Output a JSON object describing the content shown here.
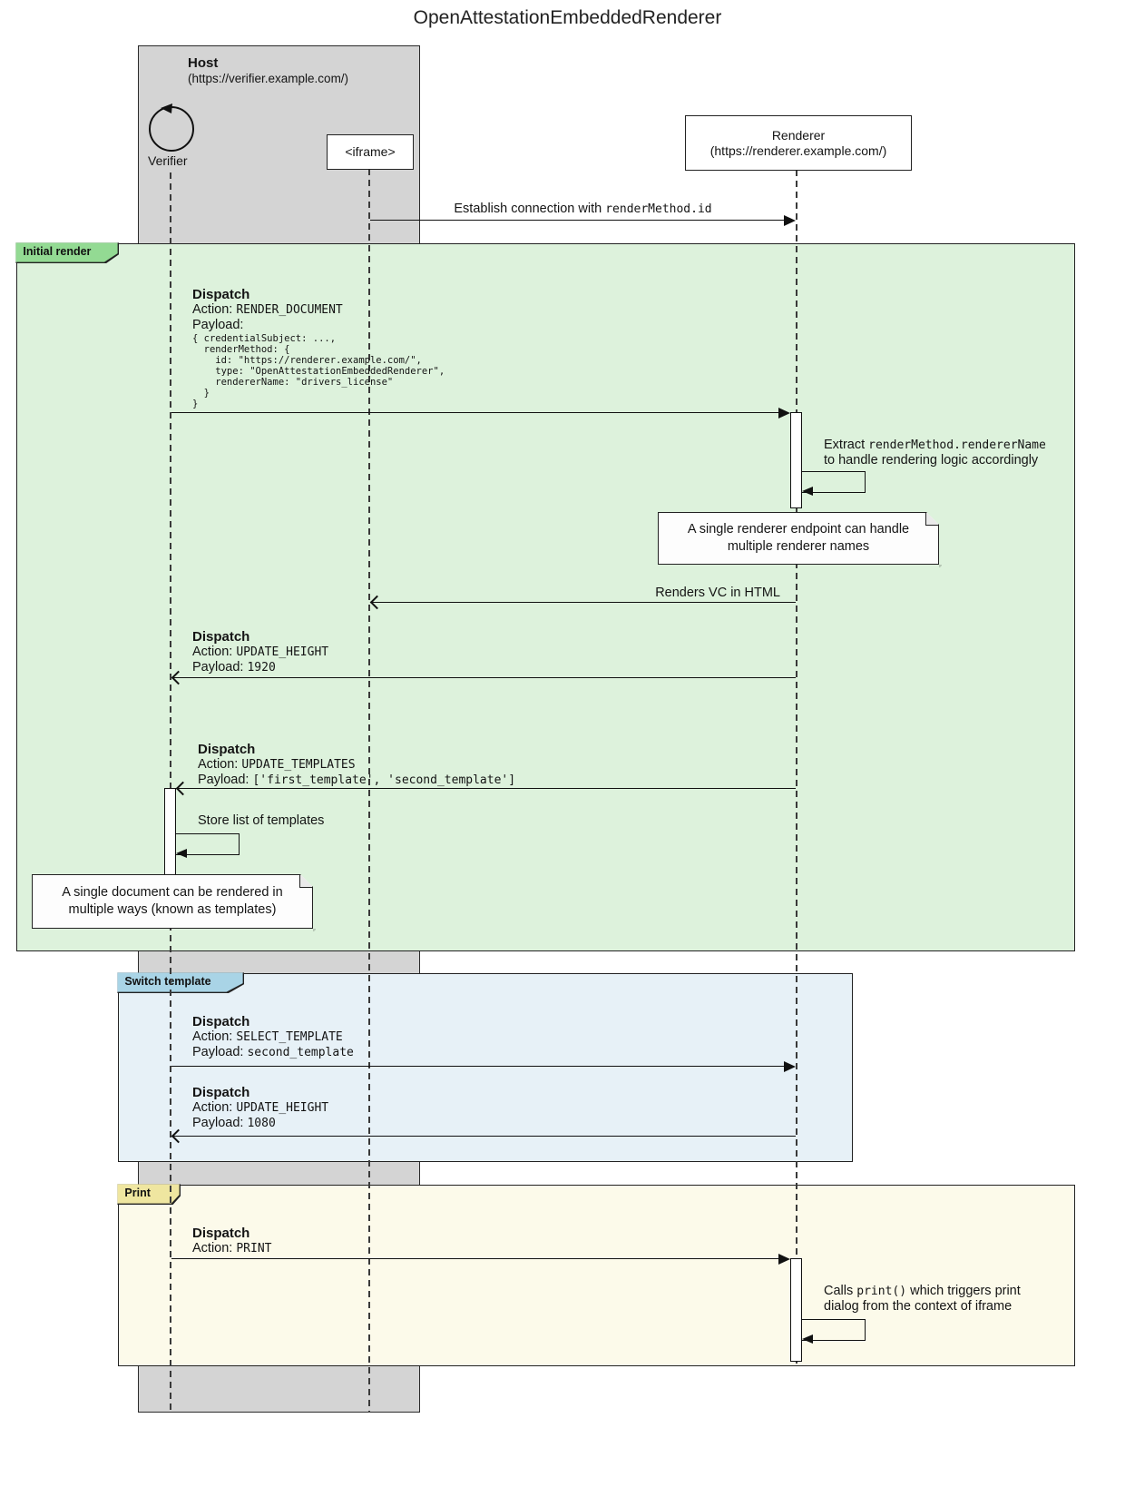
{
  "title": "OpenAttestationEmbeddedRenderer",
  "participants": {
    "host_name": "Host",
    "host_url": "(https://verifier.example.com/)",
    "verifier": "Verifier",
    "iframe": "<iframe>",
    "renderer_name": "Renderer",
    "renderer_url": "(https://renderer.example.com/)"
  },
  "fragments": {
    "initial": "Initial render",
    "switch": "Switch template",
    "print": "Print"
  },
  "labels": {
    "dispatch": "Dispatch",
    "action": "Action: ",
    "payload": "Payload:",
    "payload_inline": "Payload: "
  },
  "messages": {
    "establish_pre": "Establish connection with ",
    "establish_code": "renderMethod.id",
    "render_document_action": "RENDER_DOCUMENT",
    "render_document_payload": "{ credentialSubject: ...,\n  renderMethod: {\n    id: \"https://renderer.example.com/\",\n    type: \"OpenAttestationEmbeddedRenderer\",\n    rendererName: \"drivers_license\"\n  }\n}",
    "extract_pre": "Extract ",
    "extract_code": "renderMethod.rendererName",
    "extract_line2": "to handle rendering logic accordingly",
    "renders_vc": "Renders VC in HTML",
    "update_height1_action": "UPDATE_HEIGHT",
    "update_height1_payload": "1920",
    "update_templates_action": "UPDATE_TEMPLATES",
    "update_templates_payload": "['first_template', 'second_template']",
    "store_templates": "Store list of templates",
    "select_template_action": "SELECT_TEMPLATE",
    "select_template_payload": "second_template",
    "update_height2_action": "UPDATE_HEIGHT",
    "update_height2_payload": "1080",
    "print_action": "PRINT",
    "calls_print_pre": "Calls ",
    "calls_print_code": "print()",
    "calls_print_post": " which triggers print",
    "calls_print_line2": "dialog from the context of iframe"
  },
  "notes": {
    "renderer_endpoint": "A single renderer endpoint can handle\nmultiple renderer names",
    "document_templates": "A single document can be rendered in\nmultiple ways (known as templates)"
  },
  "colors": {
    "host_bg": "#d4d4d4",
    "fragment_initial_bg": "#ddf2dc",
    "fragment_initial_tab": "#93da93",
    "fragment_switch_bg": "#e7f1f7",
    "fragment_switch_tab": "#a9d4e6",
    "fragment_print_bg": "#fcfaea",
    "fragment_print_tab": "#efe6a0"
  }
}
